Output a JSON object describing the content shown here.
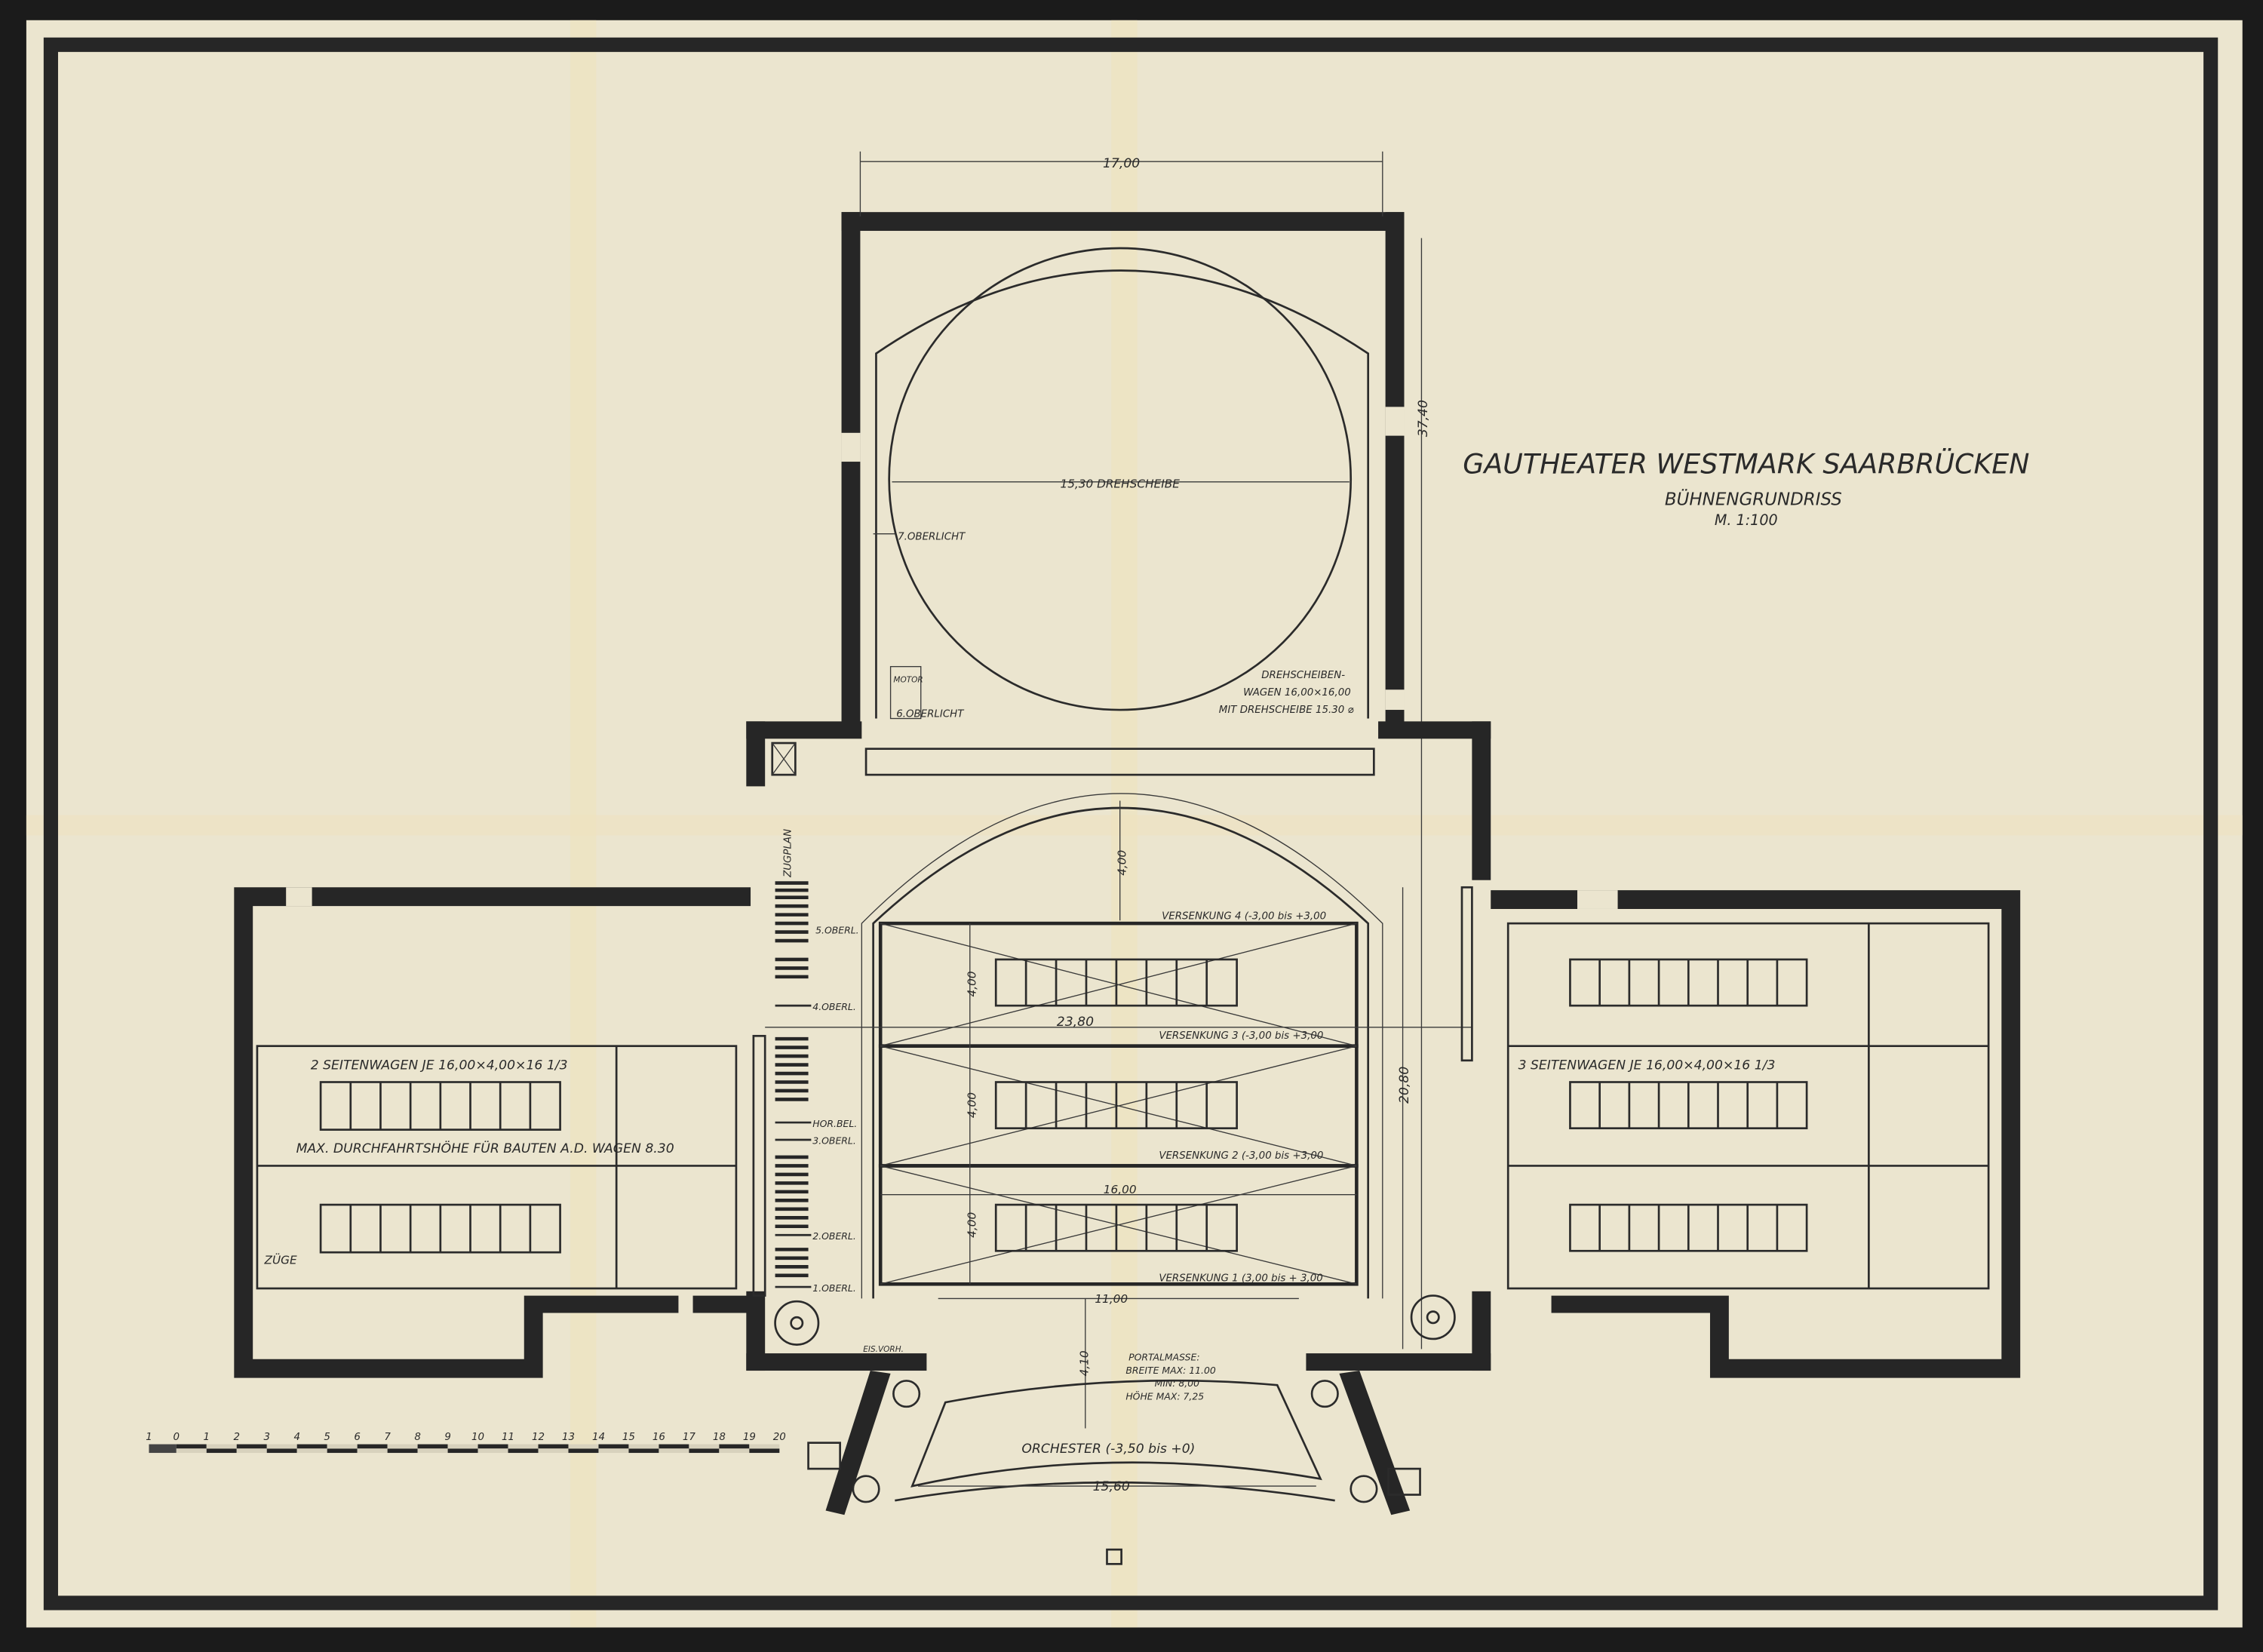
{
  "title": {
    "main": "GAUTHEATER WESTMARK SAARBRÜCKEN",
    "subtitle": "BÜHNENGRUNDRISS",
    "scale": "M. 1:100"
  },
  "rear_stage": {
    "width_dim": "17,00",
    "depth_dim": "37,40",
    "turntable": "15,30 DREHSCHEIBE",
    "skylight_7": "7.OBERLICHT",
    "skylight_6": "6.OBERLICHT",
    "motor": "MOTOR",
    "turntable_wagon": [
      "DREHSCHEIBEN-",
      "WAGEN 16,00×16,00",
      "MIT DREHSCHEIBE 15.30 ⌀"
    ]
  },
  "main_stage": {
    "arch_dim": "4,00",
    "lift_dims": [
      "4,00",
      "4,00",
      "4,00"
    ],
    "width_dim": "23,80",
    "lift_width_dim": "16,00",
    "depth_dim": "20,80",
    "portal_dim": "11,00",
    "apron_dim": "4,10",
    "lifts": [
      "VERSENKUNG 4 (-3,00 bis +3,00",
      "VERSENKUNG 3 (-3,00 bis +3,00",
      "VERSENKUNG 2 (-3,00 bis +3,00",
      "VERSENKUNG 1 (3,00 bis + 3,00"
    ],
    "fly_plan": "ZUGPLAN",
    "fly_labels": [
      "5.OBERL.",
      "4.OBERL.",
      "HOR.BEL.",
      "3.OBERL.",
      "2.OBERL.",
      "1.OBERL."
    ],
    "iron_curtain": "EIS.VORH."
  },
  "left_stage": {
    "wagons": "2 SEITENWAGEN JE 16,00×4,00×16 1/3",
    "clearance": "MAX. DURCHFAHRTSHÖHE FÜR BAUTEN A.D. WAGEN 8.30",
    "hoists": "ZÜGE"
  },
  "right_stage": {
    "wagons": "3 SEITENWAGEN JE 16,00×4,00×16 1/3"
  },
  "portal": {
    "lines": [
      "PORTALMASSE:",
      "BREITE MAX: 11.00",
      "MIN: 8,00",
      "HÖHE MAX: 7,25"
    ]
  },
  "orchestra": {
    "label": "ORCHESTER (-3,50 bis +0)",
    "width_dim": "15,60"
  },
  "scale_bar": {
    "labels": [
      "1",
      "0",
      "1",
      "2",
      "3",
      "4",
      "5",
      "6",
      "7",
      "8",
      "9",
      "10",
      "11",
      "12",
      "13",
      "14",
      "15",
      "16",
      "17",
      "18",
      "19",
      "20"
    ]
  },
  "colors": {
    "paper": "#ebe5cf",
    "ink": "#262626",
    "background": "#1b1b1b"
  }
}
